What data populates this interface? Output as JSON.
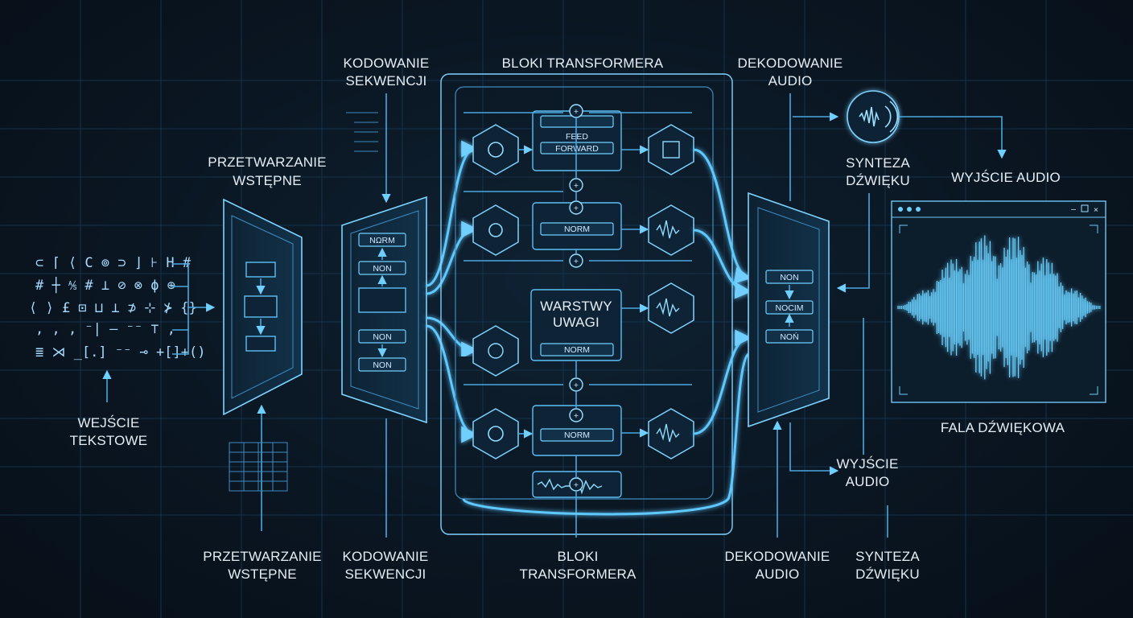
{
  "labels": {
    "tts_input": [
      "WEJŚCIE",
      "TEKSTOWE"
    ],
    "preprocess_top": [
      "PRZETWARZANIE",
      "WSTĘPNE"
    ],
    "encoding_top": [
      "KODOWANIE",
      "SEKWENCJI"
    ],
    "transformer_top": "BLOKI TRANSFORMERA",
    "decoding_top": [
      "DEKODOWANIE",
      "AUDIO"
    ],
    "synth_top": [
      "SYNTEZA",
      "DŹWIĘKU"
    ],
    "audio_out_top": "WYJŚCIE AUDIO",
    "attention": [
      "WARSTWY",
      "UWAGI"
    ],
    "waveform": "FALA DŹWIĘKOWA",
    "audio_out_mid": [
      "WYJŚCIE",
      "AUDIO"
    ],
    "preprocess_bottom": [
      "PRZETWARZANIE",
      "WSTĘPNE"
    ],
    "encoding_bottom": [
      "KODOWANIE",
      "SEKWENCJI"
    ],
    "transformer_bottom": [
      "BLOKI",
      "TRANSFORMERA"
    ],
    "decoding_bottom": [
      "DEKODOWANIE",
      "AUDIO"
    ],
    "synth_bottom": [
      "SYNTEZA",
      "DŹWIĘKU"
    ]
  },
  "pills": {
    "feed": "FEED",
    "forward": "FORWARD",
    "norm": "NORM",
    "encoder_norm_top": "NΩRM",
    "non": "NON",
    "decoder_mid": "NOCIM",
    "decoder_bottom": "NOŃ"
  },
  "symbols": [
    "⊂ ⌈ ⟨ C ⊚ ⊃ ⌋ ⊦ H #",
    "# ┼ ⅍ # ⊥ ⊘ ⊗ ϕ ⊕",
    "⟨ ⟩ £ ⊡ ⊔ ⊥ ⊅ ⊹ ⊁ {}",
    ", , , ⁻| – ⁻⁻ ⊤ ,",
    "≣ ⋊ _[.] ⁻⁻ ⊸ +[]+()"
  ]
}
